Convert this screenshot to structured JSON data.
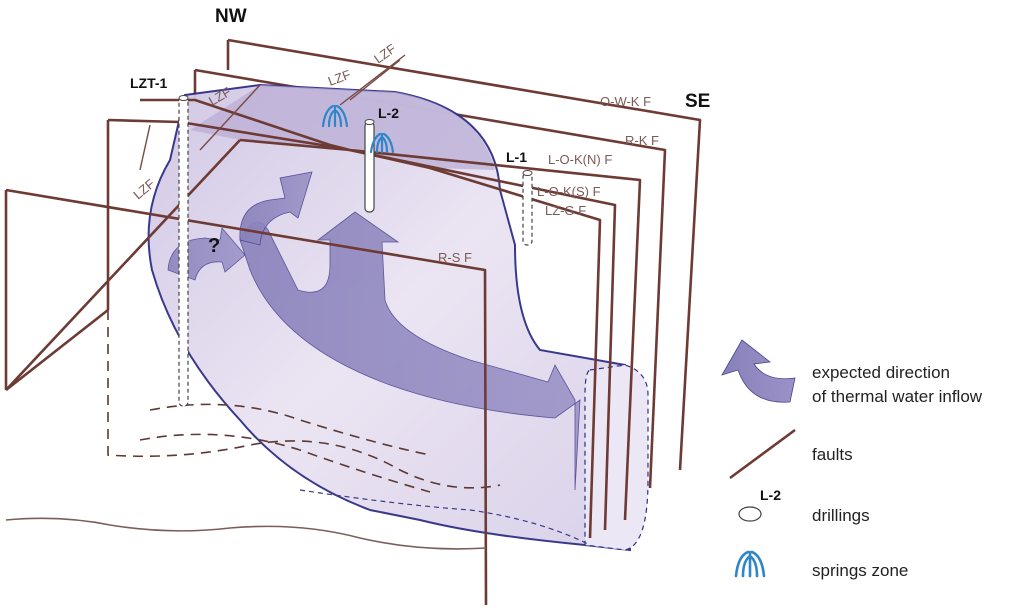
{
  "directions": {
    "nw": "NW",
    "se": "SE"
  },
  "faults": {
    "owk": "O-W-K F",
    "rk": "R-K F",
    "lokn": "L-O-K(N) F",
    "loks": "L-O-K(S) F",
    "lzg": "LZ-G F",
    "rs": "R-S F",
    "lzf": "LZF"
  },
  "drillings": {
    "lzt1": "LZT-1",
    "l2": "L-2",
    "l1": "L-1"
  },
  "unknown_mark": "?",
  "legend": {
    "inflow_line1": "expected direction",
    "inflow_line2": "of thermal water inflow",
    "faults": "faults",
    "drill_tag": "L-2",
    "drillings": "drillings",
    "springs": "springs zone"
  },
  "colors": {
    "fault": "#6e3a34",
    "aquifer_fill": "#e6dff0",
    "aquifer_outline": "#2f2f86",
    "arrow_fill": "#9088be",
    "spring": "#2f86c8"
  }
}
